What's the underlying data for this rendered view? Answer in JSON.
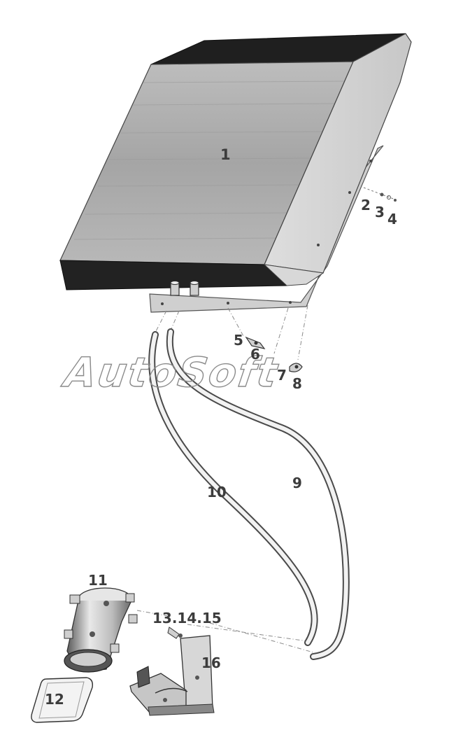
{
  "watermark": {
    "text": "AutoSoft"
  },
  "callouts": {
    "c1": "1",
    "c2": "2",
    "c3": "3",
    "c4": "4",
    "c5": "5",
    "c6": "6",
    "c7": "7",
    "c8": "8",
    "c9": "9",
    "c10": "10",
    "c11": "11",
    "c12": "12",
    "c13_15": "13.14.15",
    "c16": "16"
  },
  "parts": [
    {
      "id": "1",
      "name": "heater-housing"
    },
    {
      "id": "2-4",
      "name": "fastener-set"
    },
    {
      "id": "5-6",
      "name": "clamp-bracket"
    },
    {
      "id": "7-8",
      "name": "clip"
    },
    {
      "id": "9",
      "name": "hose"
    },
    {
      "id": "10",
      "name": "hose"
    },
    {
      "id": "11",
      "name": "pump-cylinder"
    },
    {
      "id": "12",
      "name": "filter-cover"
    },
    {
      "id": "13-15",
      "name": "bolt-set"
    },
    {
      "id": "16",
      "name": "mounting-bracket"
    }
  ],
  "colors": {
    "ink": "#3c3c3c",
    "dark": "#222222",
    "mid": "#a9a9a9",
    "light": "#d6d6d6"
  }
}
